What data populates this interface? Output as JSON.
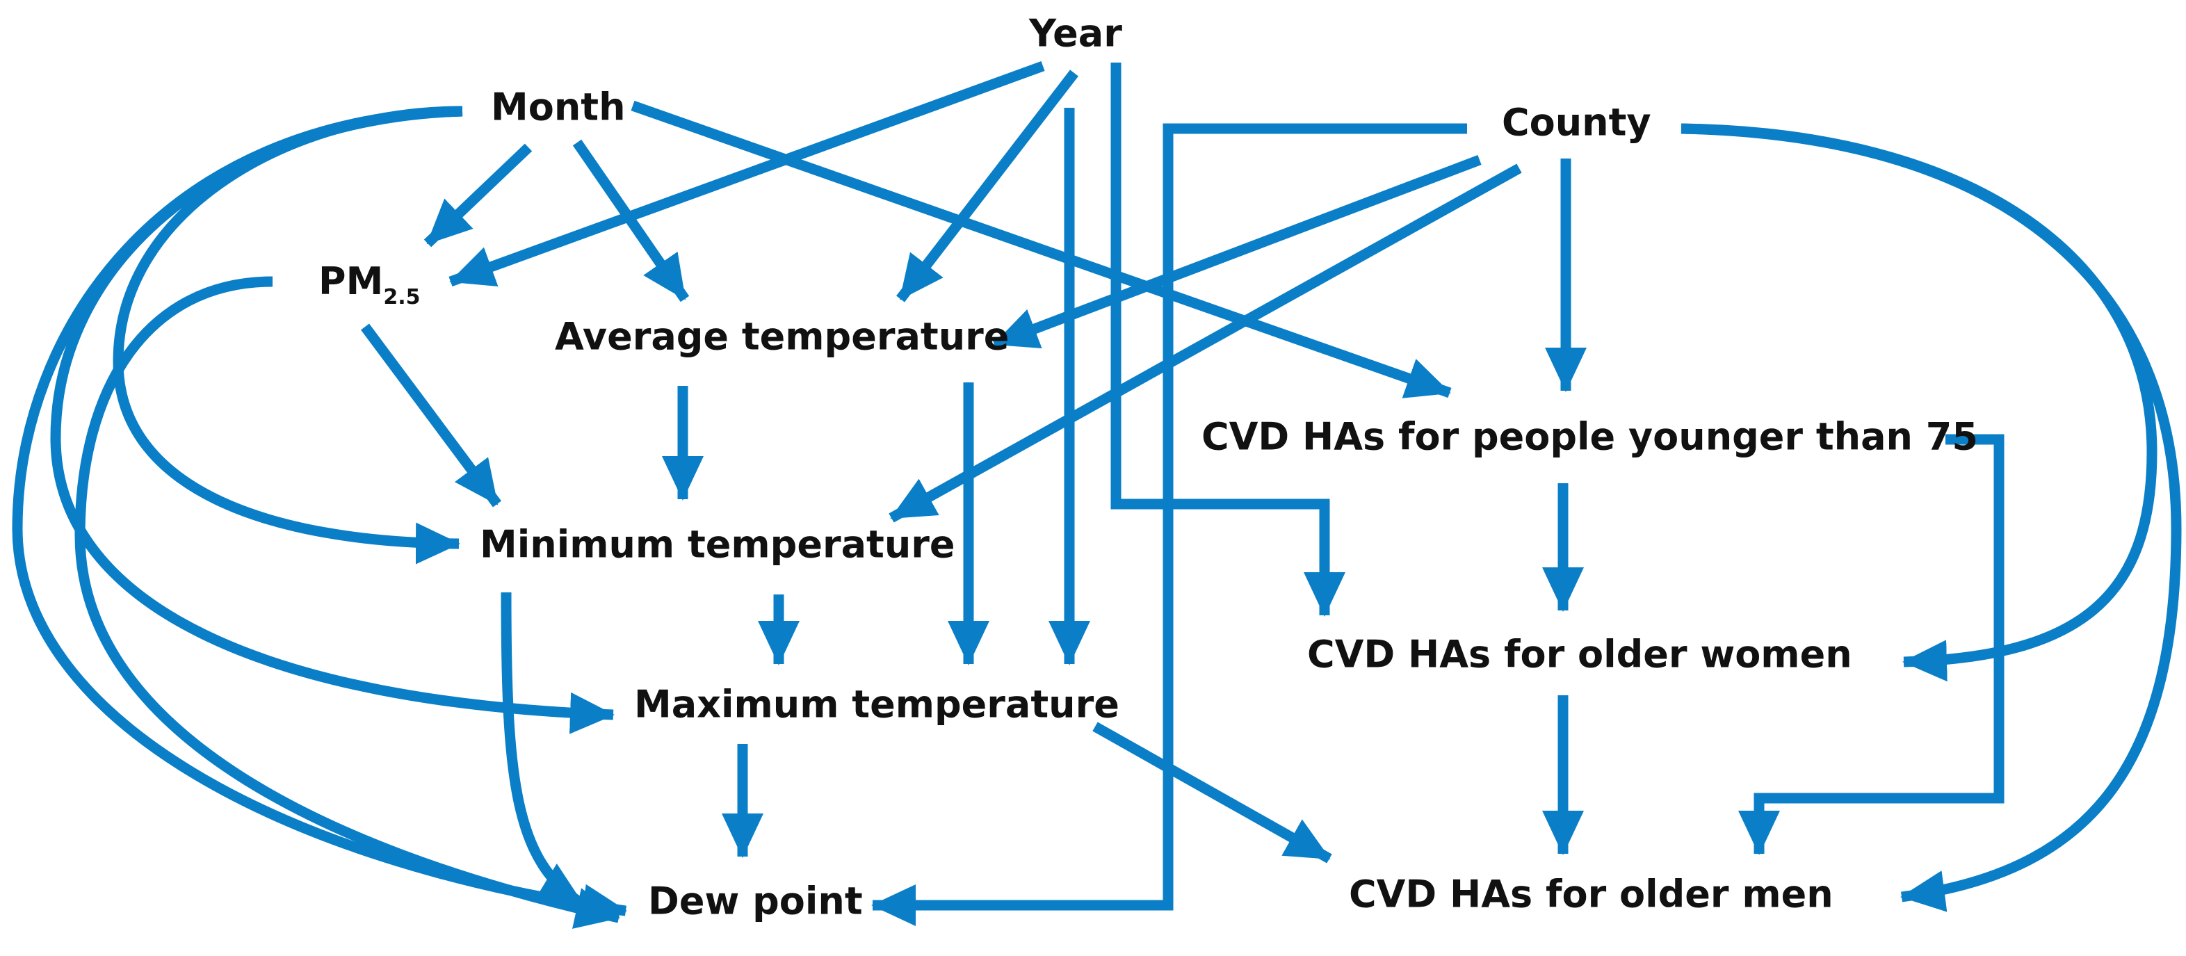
{
  "colors": {
    "edge": "#0a7fc7",
    "text": "#111111",
    "background": "#ffffff"
  },
  "nodes": {
    "year": {
      "label": "Year"
    },
    "month": {
      "label": "Month"
    },
    "county": {
      "label": "County"
    },
    "pm25": {
      "label": "PM",
      "subscript": "2.5"
    },
    "average_temperature": {
      "label": "Average temperature"
    },
    "minimum_temperature": {
      "label": "Minimum temperature"
    },
    "maximum_temperature": {
      "label": "Maximum temperature"
    },
    "dew_point": {
      "label": "Dew point"
    },
    "cvd_younger_75": {
      "label": "CVD HAs for people younger than 75"
    },
    "cvd_older_women": {
      "label": "CVD HAs for older women"
    },
    "cvd_older_men": {
      "label": "CVD HAs for older men"
    }
  },
  "edges": [
    {
      "from": "month",
      "to": "pm25"
    },
    {
      "from": "month",
      "to": "average_temperature"
    },
    {
      "from": "month",
      "to": "minimum_temperature"
    },
    {
      "from": "month",
      "to": "maximum_temperature"
    },
    {
      "from": "month",
      "to": "dew_point"
    },
    {
      "from": "month",
      "to": "cvd_younger_75"
    },
    {
      "from": "year",
      "to": "pm25"
    },
    {
      "from": "year",
      "to": "average_temperature"
    },
    {
      "from": "year",
      "to": "maximum_temperature"
    },
    {
      "from": "year",
      "to": "cvd_older_women"
    },
    {
      "from": "county",
      "to": "average_temperature"
    },
    {
      "from": "county",
      "to": "minimum_temperature"
    },
    {
      "from": "county",
      "to": "cvd_younger_75"
    },
    {
      "from": "county",
      "to": "dew_point"
    },
    {
      "from": "county",
      "to": "cvd_older_women"
    },
    {
      "from": "county",
      "to": "cvd_older_men"
    },
    {
      "from": "pm25",
      "to": "minimum_temperature"
    },
    {
      "from": "pm25",
      "to": "dew_point"
    },
    {
      "from": "average_temperature",
      "to": "minimum_temperature"
    },
    {
      "from": "average_temperature",
      "to": "maximum_temperature"
    },
    {
      "from": "minimum_temperature",
      "to": "maximum_temperature"
    },
    {
      "from": "minimum_temperature",
      "to": "dew_point"
    },
    {
      "from": "maximum_temperature",
      "to": "dew_point"
    },
    {
      "from": "maximum_temperature",
      "to": "cvd_older_men"
    },
    {
      "from": "cvd_younger_75",
      "to": "cvd_older_women"
    },
    {
      "from": "cvd_younger_75",
      "to": "cvd_older_men"
    },
    {
      "from": "cvd_older_women",
      "to": "cvd_older_men"
    }
  ]
}
